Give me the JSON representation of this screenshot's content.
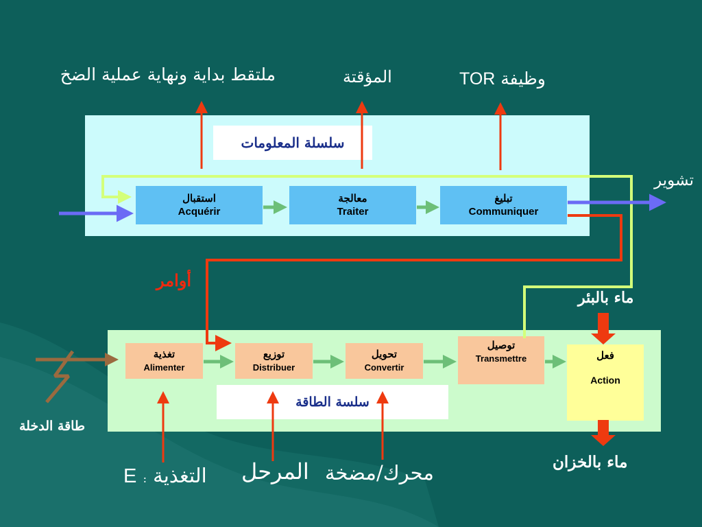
{
  "colors": {
    "background": "#0d5f5a",
    "info_panel": "#ccfbfc",
    "energy_panel": "#ccfbcc",
    "info_block": "#5fc0f3",
    "energy_block": "#f9c79c",
    "action_block": "#ffff99",
    "orders_arrow": "#ee3a10",
    "feedback_wire": "#d4ff7a",
    "signal_arrow": "#6b6bf5",
    "inner_arrow": "#6dbf78",
    "energy_input_arrow": "#9b6a3f"
  },
  "information_chain": {
    "title": "سلسلة المعلومات",
    "blocks": [
      {
        "ar": "استقبال",
        "fr": "Acquérir"
      },
      {
        "ar": "معالجة",
        "fr": "Traiter"
      },
      {
        "ar": "تبليغ",
        "fr": "Communiquer"
      }
    ]
  },
  "energy_chain": {
    "title": "سلسة الطاقة",
    "blocks": [
      {
        "ar": "تغذية",
        "fr": "Alimenter"
      },
      {
        "ar": "توزيع",
        "fr": "Distribuer"
      },
      {
        "ar": "تحويل",
        "fr": "Convertir"
      },
      {
        "ar": "توصيل",
        "fr": "Transmettre"
      }
    ],
    "action": {
      "ar": "فعل",
      "fr": "Action"
    }
  },
  "labels": {
    "sensor": "ملتقط بداية ونهاية عملية الضخ",
    "timer": "المؤقتة",
    "tor_ar": "وظيفة",
    "tor_lat": "TOR",
    "signaling": "تشوير",
    "orders": "أوامر",
    "well_water": "ماء بالبئر",
    "input_energy": "طاقة الدخلة",
    "tank_water": "ماء بالخزان",
    "feed_ar": "التغذية",
    "feed_colon": ":",
    "feed_lat": "E",
    "distributor": "المرحل",
    "motor_pump": "محرك/مضخة"
  }
}
